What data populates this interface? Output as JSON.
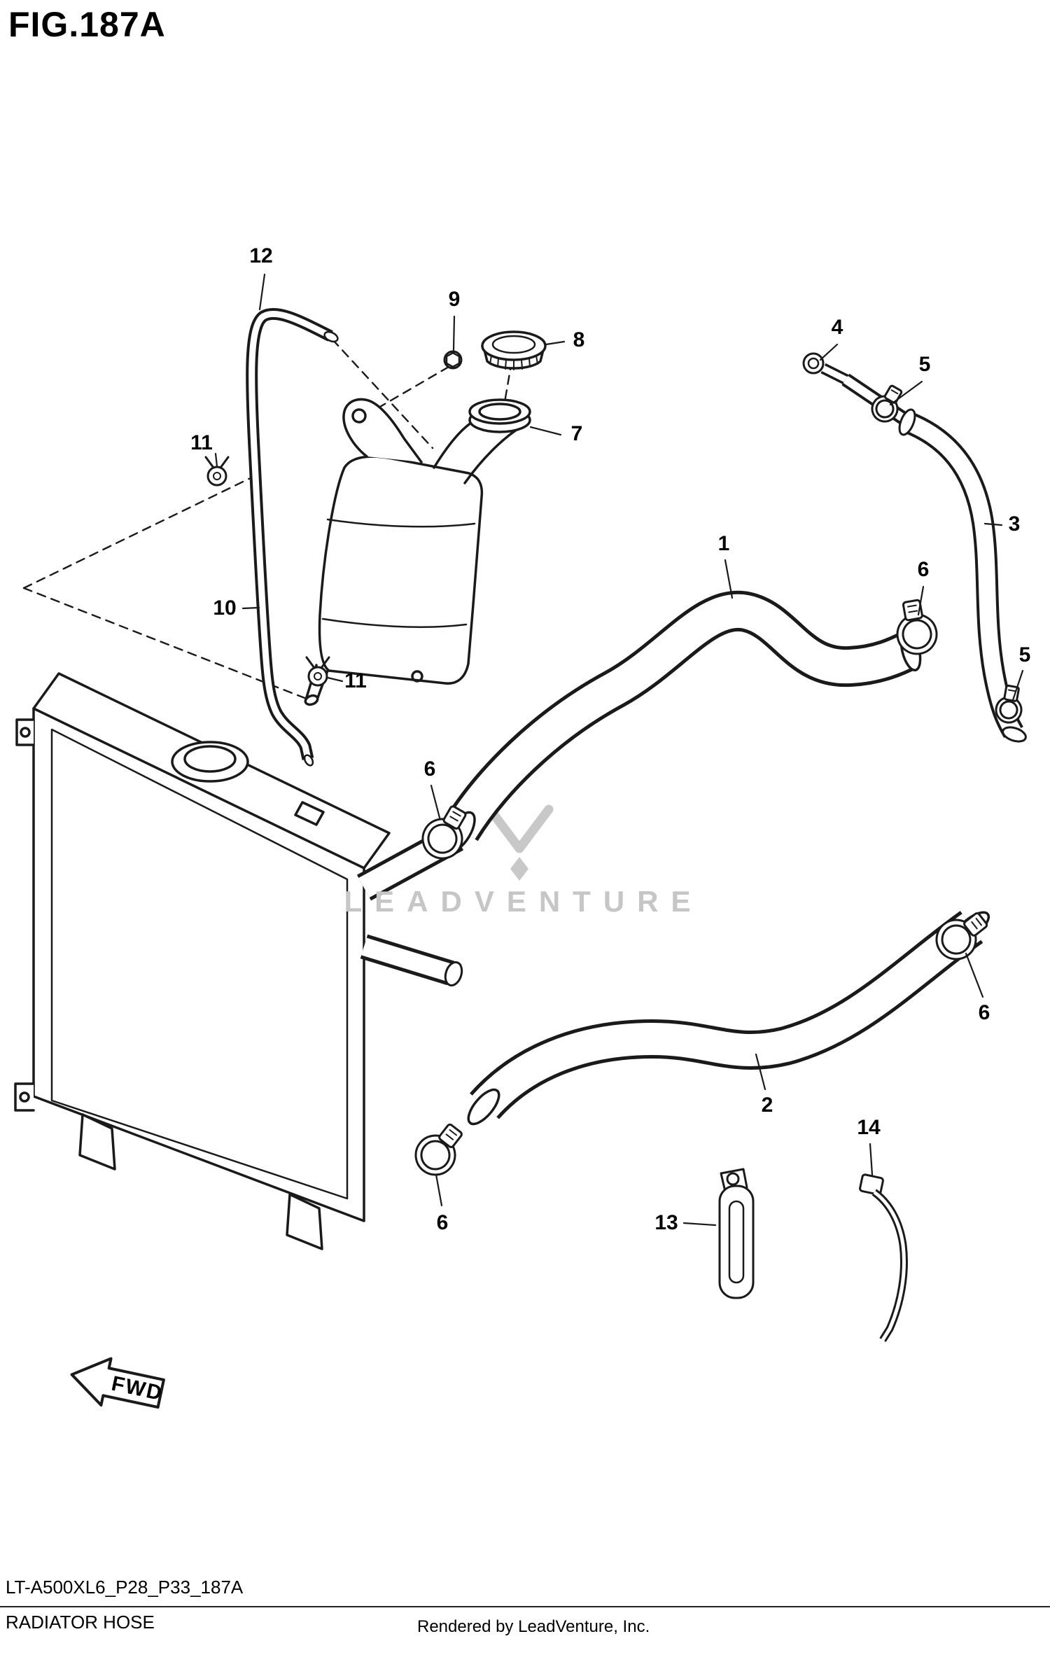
{
  "page": {
    "title": "FIG.187A",
    "watermark_text": "LEADVENTURE",
    "fwd_label": "FWD",
    "footer": {
      "part_code": "LT-A500XL6_P28_P33_187A",
      "figure_name": "RADIATOR HOSE",
      "rendered_by": "Rendered by LeadVenture, Inc."
    }
  },
  "diagram": {
    "type": "exploded-parts-diagram",
    "figure_id": "187A",
    "colors": {
      "line": "#1a1a1a",
      "watermark": "#c6c6c6"
    },
    "callouts": [
      {
        "ref": "12"
      },
      {
        "ref": "9"
      },
      {
        "ref": "8"
      },
      {
        "ref": "4"
      },
      {
        "ref": "5"
      },
      {
        "ref": "11"
      },
      {
        "ref": "7"
      },
      {
        "ref": "3"
      },
      {
        "ref": "1"
      },
      {
        "ref": "6"
      },
      {
        "ref": "10"
      },
      {
        "ref": "5"
      },
      {
        "ref": "11"
      },
      {
        "ref": "6"
      },
      {
        "ref": "6"
      },
      {
        "ref": "2"
      },
      {
        "ref": "14"
      },
      {
        "ref": "13"
      },
      {
        "ref": "6"
      }
    ]
  }
}
